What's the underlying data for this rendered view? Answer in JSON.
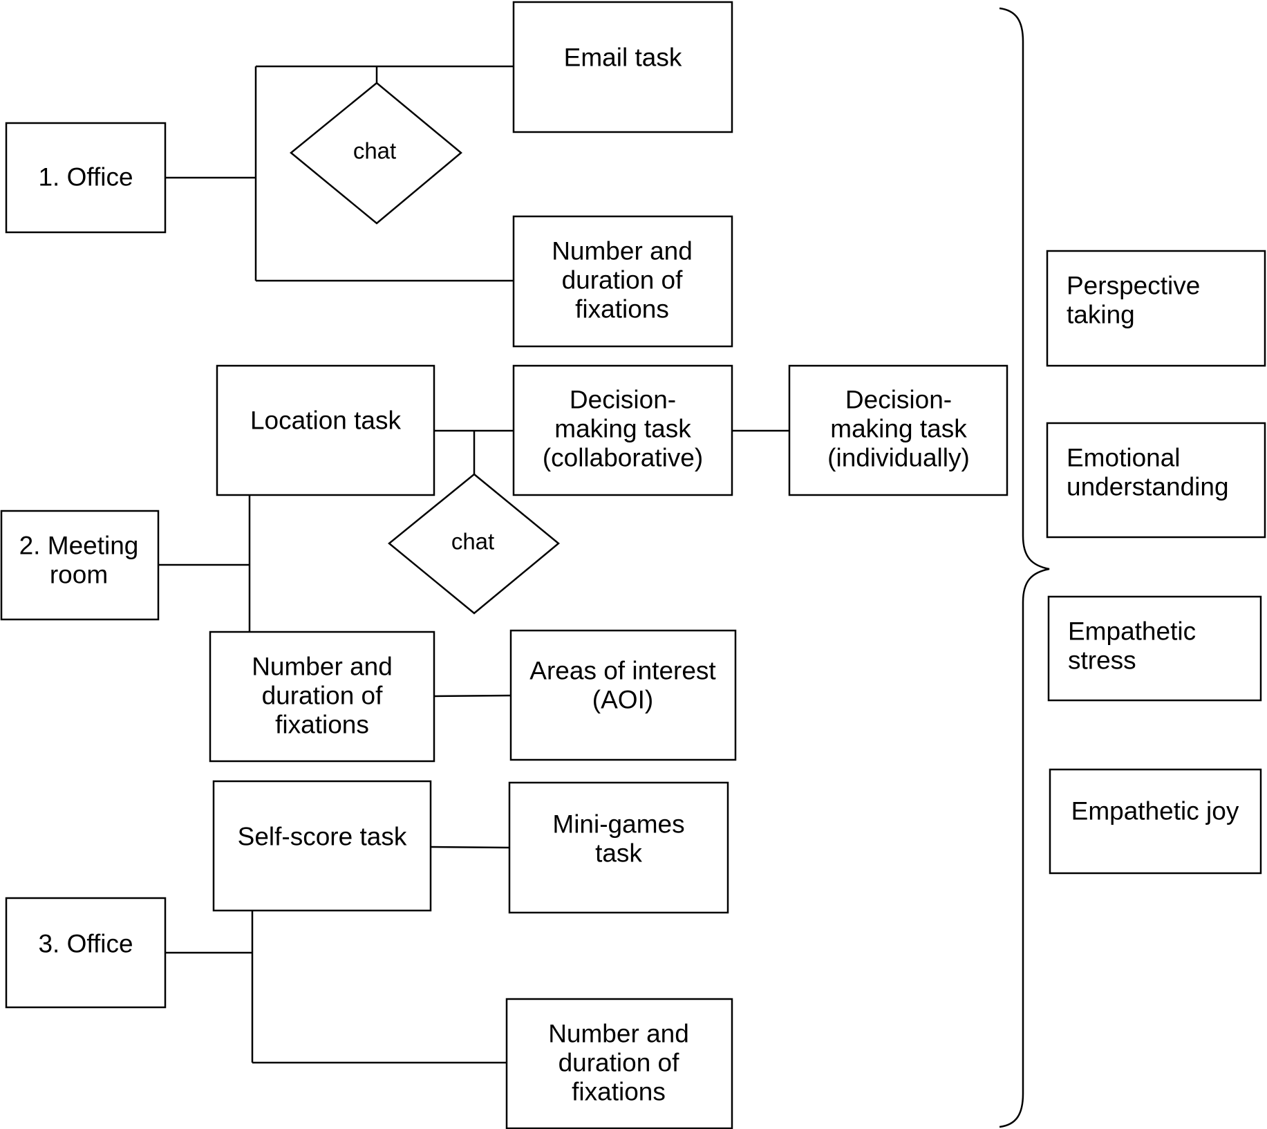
{
  "nodes": {
    "office1": "1. Office",
    "chat1": "chat",
    "email_task": "Email task",
    "fixations1": [
      "Number and",
      "duration of",
      "fixations"
    ],
    "location_task": "Location task",
    "decision_collab": [
      "Decision-",
      "making task",
      "(collaborative)"
    ],
    "decision_indiv": [
      "Decision-",
      "making task",
      "(individually)"
    ],
    "meeting_room": [
      "2. Meeting",
      "room"
    ],
    "chat2": "chat",
    "fixations2": [
      "Number and",
      "duration of",
      "fixations"
    ],
    "aoi": [
      "Areas of interest",
      "(AOI)"
    ],
    "self_score_task": "Self-score task",
    "mini_games": [
      "Mini-games",
      "task"
    ],
    "office3": "3. Office",
    "fixations3": [
      "Number and",
      "duration of",
      "fixations"
    ]
  },
  "outcomes": {
    "perspective_taking": [
      "Perspective",
      "taking"
    ],
    "emotional_understanding": [
      "Emotional",
      "understanding"
    ],
    "empathetic_stress": [
      "Empathetic",
      "stress"
    ],
    "empathetic_joy": "Empathetic joy"
  }
}
